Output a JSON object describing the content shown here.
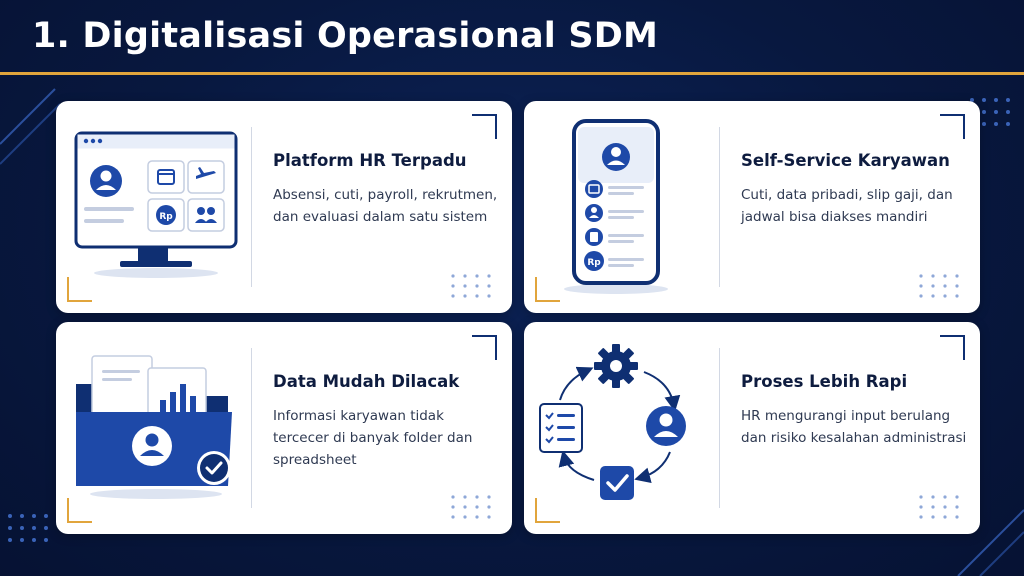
{
  "title": "1. Digitalisasi Operasional SDM",
  "colors": {
    "background": "#08183f",
    "accent": "#e1a53c",
    "primary_blue": "#1e49a8",
    "card": "#ffffff"
  },
  "cards": [
    {
      "title": "Platform HR Terpadu",
      "description": "Absensi, cuti, payroll, rekrutmen, dan evaluasi dalam satu sistem",
      "illustration": "monitor-hr-dashboard",
      "badge": "Rp"
    },
    {
      "title": "Self-Service Karyawan",
      "description": "Cuti, data pribadi, slip gaji, dan jadwal bisa diakses mandiri",
      "illustration": "smartphone-self-service",
      "badge": "Rp"
    },
    {
      "title": "Data Mudah Dilacak",
      "description": "Informasi karyawan tidak tercecer di banyak folder dan spreadsheet",
      "illustration": "folder-employee-data"
    },
    {
      "title": "Proses Lebih Rapi",
      "description": "HR mengurangi input berulang dan risiko kesalahan administrasi",
      "illustration": "process-cycle"
    }
  ]
}
